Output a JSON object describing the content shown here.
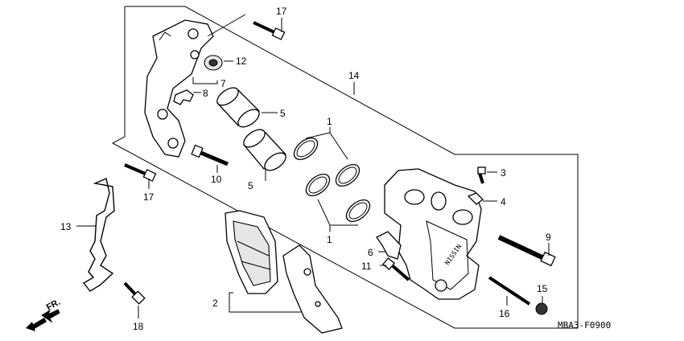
{
  "diagram": {
    "callouts": {
      "c1a": "1",
      "c1b": "1",
      "c2": "2",
      "c3": "3",
      "c4": "4",
      "c5a": "5",
      "c5b": "5",
      "c6": "6",
      "c7": "7",
      "c8": "8",
      "c9": "9",
      "c10": "10",
      "c11": "11",
      "c12": "12",
      "c13": "13",
      "c14": "14",
      "c15": "15",
      "c16": "16",
      "c17a": "17",
      "c17b": "17",
      "c18": "18"
    },
    "direction_label": "FR.",
    "figure_code": "MBA3-F0900",
    "caliper_brand": "NISSIN"
  }
}
